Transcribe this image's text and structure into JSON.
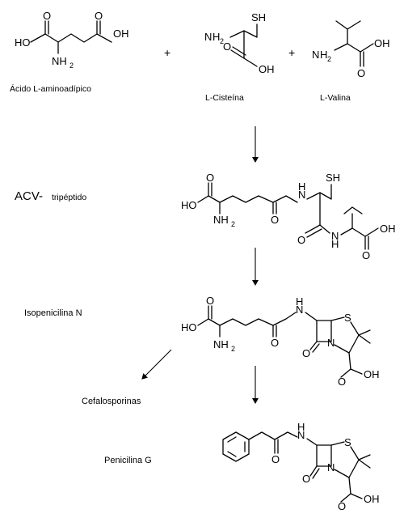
{
  "reactants": {
    "aminoadipic": {
      "name": "Ácido L-aminoadípico",
      "left_acid": "HO",
      "right_acid": "OH",
      "amine": "NH",
      "amine_sub": "2"
    },
    "cysteine": {
      "name": "L-Cisteína",
      "thiol": "SH",
      "amine": "H",
      "amine_sub": "2",
      "amine_n": "N",
      "acid": "OH"
    },
    "valine": {
      "name": "L-Valina",
      "amine": "H",
      "amine_sub": "2",
      "amine_n": "N",
      "acid": "OH"
    },
    "plus": "+"
  },
  "acv": {
    "label": "ACV-",
    "label_sub": "tripéptido",
    "ho": "HO",
    "nh": "NH",
    "nh_sub": "2",
    "sh": "SH",
    "n1": "N",
    "h1": "H",
    "n2": "N",
    "h2": "H",
    "oh": "OH"
  },
  "isopenicillin": {
    "label": "Isopenicilina N",
    "ho": "HO",
    "nh": "NH",
    "nh_sub": "2",
    "n_amide": "N",
    "h_amide": "H",
    "s": "S",
    "n_ring": "N",
    "oh": "OH"
  },
  "cephalosporins": {
    "label": "Cefalosporinas"
  },
  "penicillin_g": {
    "label": "Penicilina G",
    "n_amide": "N",
    "h_amide": "H",
    "s": "S",
    "n_ring": "N",
    "oh": "OH"
  },
  "atom_o": "O",
  "colors": {
    "ink": "#000000",
    "background": "#ffffff"
  }
}
